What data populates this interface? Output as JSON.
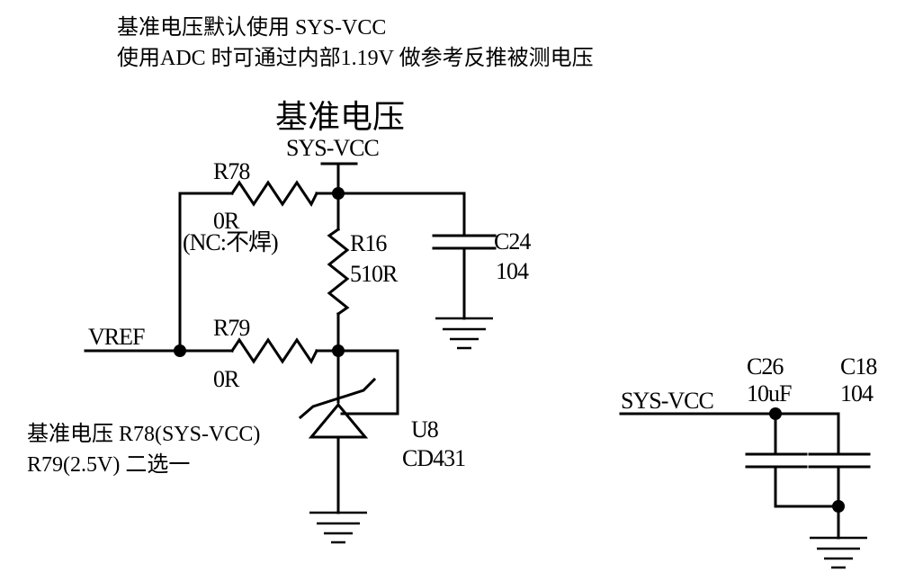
{
  "notes": {
    "line1": "基准电压默认使用 SYS-VCC",
    "line2": "使用ADC 时可通过内部1.19V 做参考反推被测电压"
  },
  "title": "基准电压",
  "nets": {
    "sys_vcc_top": "SYS-VCC",
    "vref": "VREF",
    "sys_vcc_right": "SYS-VCC"
  },
  "components": {
    "r78": {
      "ref": "R78",
      "value": "0R",
      "note": "(NC:不焊)"
    },
    "r79": {
      "ref": "R79",
      "value": "0R"
    },
    "r16": {
      "ref": "R16",
      "value": "510R"
    },
    "c24": {
      "ref": "C24",
      "value": "104"
    },
    "u8": {
      "ref": "U8",
      "value": "CD431"
    },
    "c26": {
      "ref": "C26",
      "value": "10uF"
    },
    "c18": {
      "ref": "C18",
      "value": "104"
    }
  },
  "selection_note": {
    "line1": "基准电压 R78(SYS-VCC)",
    "line2": "R79(2.5V) 二选一"
  }
}
